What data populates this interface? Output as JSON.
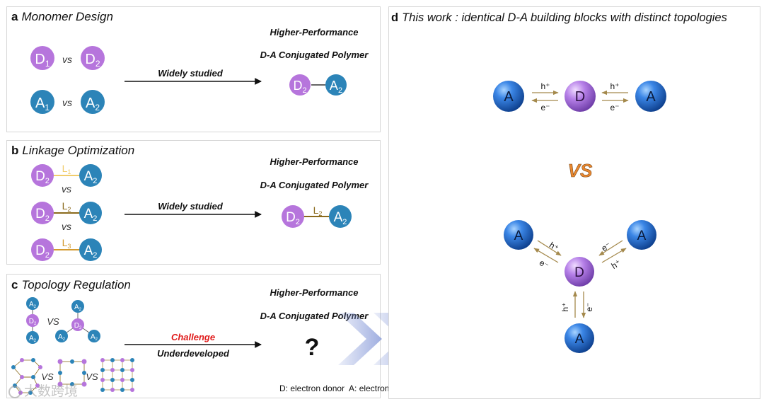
{
  "panel_a": {
    "letter": "a",
    "title": "Monomer Design",
    "result_line1": "Higher-Performance",
    "result_line2": "D-A Conjugated Polymer",
    "arrow_label": "Widely studied",
    "vs": "vs"
  },
  "panel_b": {
    "letter": "b",
    "title": "Linkage Optimization",
    "result_line1": "Higher-Performance",
    "result_line2": "D-A Conjugated Polymer",
    "arrow_label": "Widely studied",
    "vs": "vs"
  },
  "panel_c": {
    "letter": "c",
    "title": "Topology Regulation",
    "result_line1": "Higher-Performance",
    "result_line2": "D-A Conjugated Polymer",
    "arrow_label_top": "Challenge",
    "arrow_label_bottom": "Underdeveloped",
    "question": "?",
    "vs": "VS"
  },
  "panel_d": {
    "letter": "d",
    "title": "This work : identical D-A building blocks with distinct topologies",
    "vs": "VS",
    "hole": "h⁺",
    "electron": "e⁻"
  },
  "legend": "D: electron donor  A: electron acceptor  L: linkage",
  "watermark": "大数跨境",
  "colors": {
    "donor": "#b675dc",
    "acceptor": "#2c84b8",
    "sphere_blue": "#1e63c4",
    "sphere_purple": "#b37de6",
    "linkage_1": "#f1cd6c",
    "linkage_2": "#8a6a1c",
    "linkage_3": "#d39a2e",
    "challenge": "#e01b1b",
    "vs_orange": "#e9872f",
    "chevron": "#7f93d6"
  }
}
